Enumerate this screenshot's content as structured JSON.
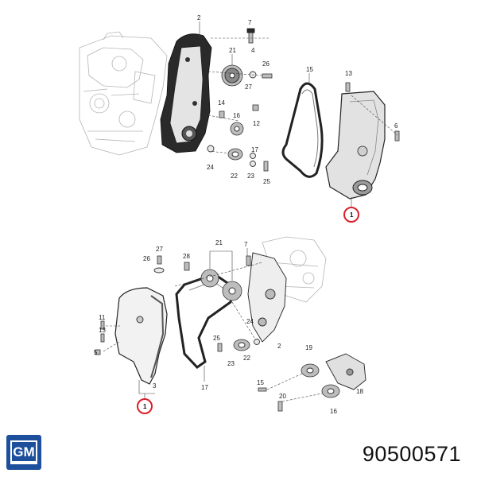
{
  "brand": {
    "logo_text": "GM",
    "logo_color": "#1d4f9c"
  },
  "part_number": "90500571",
  "highlight_color": "#d8202a",
  "top_view": {
    "labels": [
      "2",
      "7",
      "4",
      "21",
      "26",
      "27",
      "15",
      "13",
      "14",
      "12",
      "16",
      "17",
      "6",
      "24",
      "22",
      "23",
      "25"
    ],
    "highlighted": "1"
  },
  "bottom_view": {
    "labels": [
      "27",
      "26",
      "28",
      "21",
      "7",
      "11",
      "13",
      "5",
      "25",
      "24",
      "23",
      "22",
      "2",
      "19",
      "18",
      "15",
      "20",
      "17",
      "16",
      "3"
    ],
    "highlighted": "1"
  }
}
